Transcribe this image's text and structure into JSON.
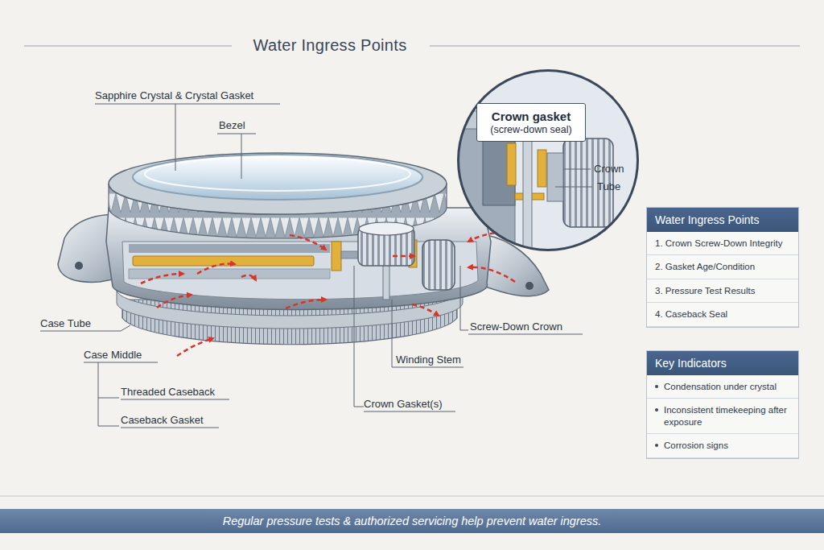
{
  "diagram": {
    "title": "Water Ingress Points",
    "caption": "Regular pressure tests & authorized servicing help prevent water ingress.",
    "nodes": [
      {
        "text": [
          "Crown",
          "Tube"
        ]
      },
      {
        "text": [
          "Crown gasket",
          "(screw-down seal)"
        ],
        "in": 0
      },
      {
        "text": [
          "Water Ingress Points",
          "1. Crown Screw-Down Integrity",
          "2. Gasket Age/Condition",
          "3. Pressure Test Results",
          "4. Caseback Seal"
        ]
      },
      {
        "text": [
          "Key Indicators",
          "Condensation under crystal",
          "Inconsistent timekeeping after exposure",
          "Corrosion signs"
        ]
      }
    ],
    "labels": [
      "Sapphire Crystal & Crystal Gasket",
      "Bezel",
      "Case Tube",
      "Case Middle",
      "Threaded Caseback",
      "Caseback Gasket",
      "Crown Gasket(s)",
      "Winding Stem",
      "Screw-Down Crown"
    ]
  }
}
